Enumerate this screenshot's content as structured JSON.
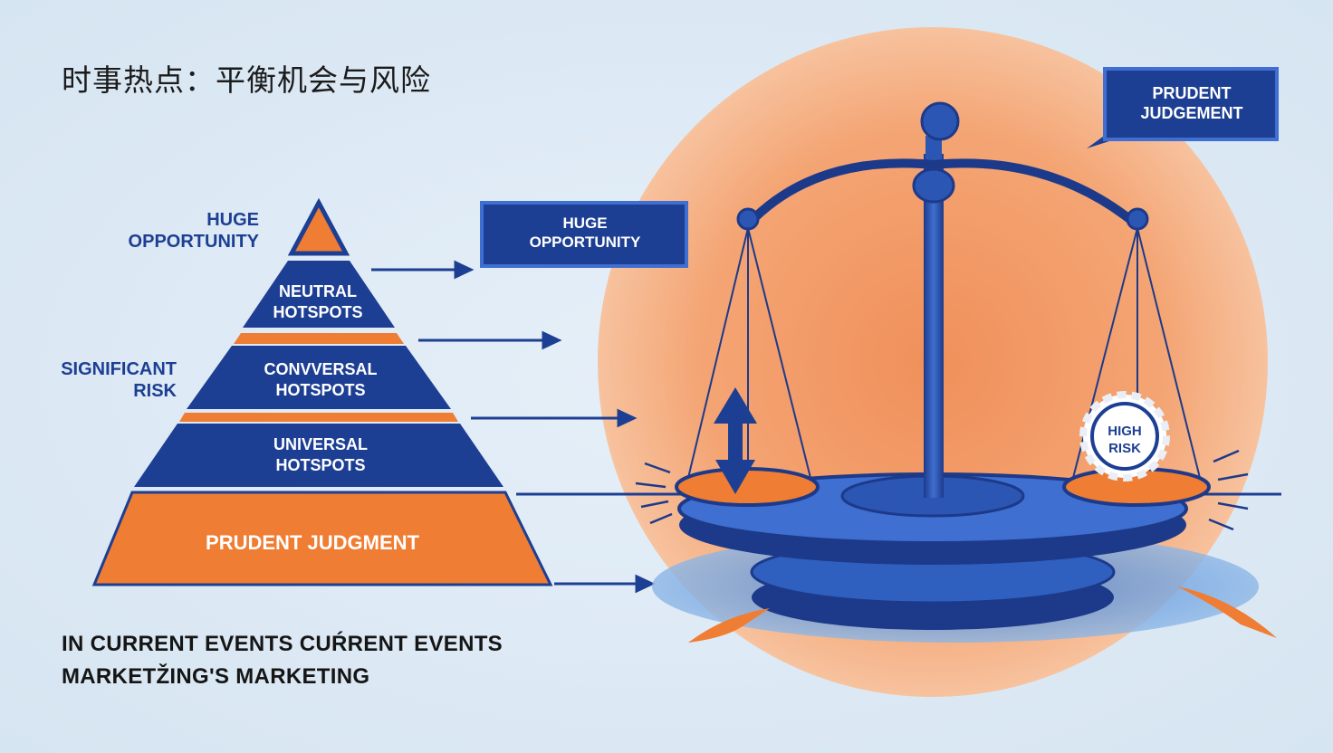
{
  "title": "时事热点：平衡机会与风险",
  "pyramid": {
    "side_label_top": [
      "HUGE",
      "OPPORTUNITY"
    ],
    "side_label_mid": [
      "SIGNIFICANT",
      "RISK"
    ],
    "tiers": [
      {
        "lines": [
          "NEUTRAL",
          "HOTSPOTS"
        ]
      },
      {
        "lines": [
          "CONVVERSAL",
          "HOTSPOTS"
        ]
      },
      {
        "lines": [
          "UNIVERSAL",
          "HOTSPOTS"
        ]
      },
      {
        "lines": [
          "PRUDENT JUDGMENT"
        ]
      }
    ]
  },
  "box_huge": [
    "HUGE",
    "OPPORTUNITY"
  ],
  "box_prudent": [
    "PRUDENT",
    "JUDGEMENT"
  ],
  "scale_badge": [
    "HIGH",
    "RISK"
  ],
  "footer": {
    "line1": "IN CURRENT EVENTS CUŔRENT EVENTS",
    "line2": "MARKETŽING'S MARKETING"
  },
  "colors": {
    "navy": "#1d3f93",
    "orange": "#ef7d33",
    "light_orange": "#f6a877",
    "background": "#dbe8f4"
  }
}
